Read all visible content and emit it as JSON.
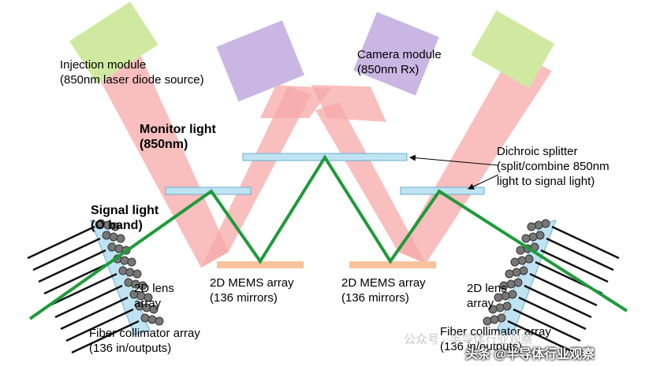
{
  "labels": {
    "injection_line1": "Injection module",
    "injection_line2": "(850nm laser diode source)",
    "camera_line1": "Camera module",
    "camera_line2": "(850nm Rx)",
    "monitor_line1": "Monitor light",
    "monitor_line2": "(850nm)",
    "dichroic_line1": "Dichroic splitter",
    "dichroic_line2": "(split/combine 850nm",
    "dichroic_line3": "light to signal light)",
    "signal_line1": "Signal light",
    "signal_line2": "(O band)",
    "lens_left_line1": "2D lens",
    "lens_left_line2": "array",
    "lens_right_line1": "2D lens",
    "lens_right_line2": "array",
    "mems_left_line1": "2D MEMS array",
    "mems_left_line2": "(136 mirrors)",
    "mems_right_line1": "2D MEMS array",
    "mems_right_line2": "(136 mirrors)",
    "fiber_left_line1": "Fiber collimator array",
    "fiber_left_line2": "(136 in/outputs)",
    "fiber_right_line1": "Fiber collimator array",
    "fiber_right_line2": "(136 in/outputs)"
  },
  "watermark": {
    "faded": "公众号 · 半导体行业观察",
    "text": "头条 @半导体行业观察"
  },
  "colors": {
    "module_green": "#cfeaa0",
    "module_purple": "#c9b6e3",
    "beam_pink": "#f6aaa8",
    "splitter": "#bfe3f2",
    "mems": "#f6c39c",
    "signal_green": "#1f9a3a"
  }
}
